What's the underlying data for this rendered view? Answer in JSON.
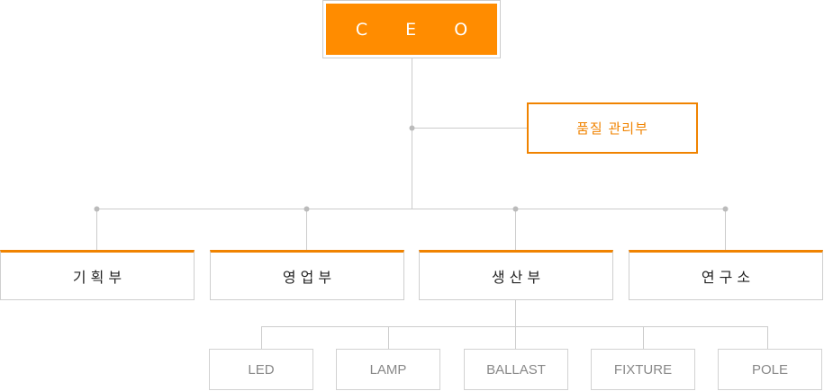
{
  "ceo": {
    "label": "C E O"
  },
  "quality": {
    "label": "품질 관리부"
  },
  "departments": [
    {
      "label": "기획부"
    },
    {
      "label": "영업부"
    },
    {
      "label": "생산부"
    },
    {
      "label": "연구소"
    }
  ],
  "production_units": [
    {
      "label": "LED"
    },
    {
      "label": "LAMP"
    },
    {
      "label": "BALLAST"
    },
    {
      "label": "FIXTURE"
    },
    {
      "label": "POLE"
    }
  ],
  "colors": {
    "accent": "#ff8c00",
    "accent_border": "#f08300",
    "line": "#cccccc",
    "node_dot": "#bbbbbb",
    "dept_text": "#222222",
    "unit_text": "#888888"
  }
}
